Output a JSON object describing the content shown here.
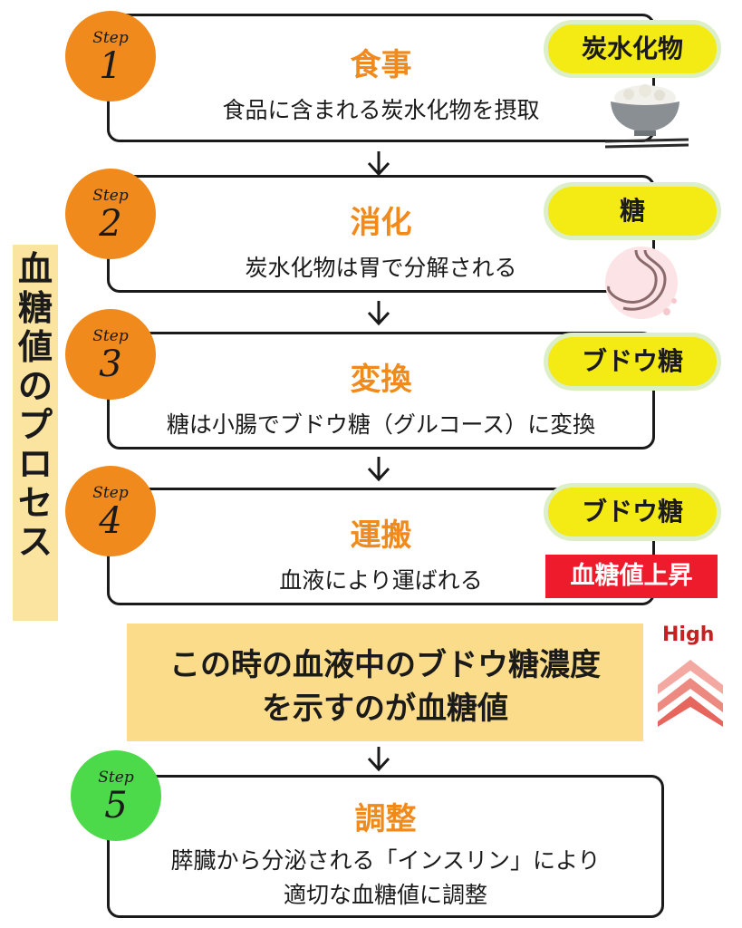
{
  "side_title": [
    "血",
    "糖",
    "値",
    "の",
    "プ",
    "ロ",
    "セ",
    "ス"
  ],
  "steps": [
    {
      "label": "Step",
      "number": "1",
      "title": "食事",
      "description": "食品に含まれる炭水化物を摂取",
      "tag": "炭水化物",
      "color": "#f08a1c"
    },
    {
      "label": "Step",
      "number": "2",
      "title": "消化",
      "description": "炭水化物は胃で分解される",
      "tag": "糖",
      "color": "#f08a1c"
    },
    {
      "label": "Step",
      "number": "3",
      "title": "変換",
      "description": "糖は小腸でブドウ糖（グルコース）に変換",
      "tag": "ブドウ糖",
      "color": "#f08a1c"
    },
    {
      "label": "Step",
      "number": "4",
      "title": "運搬",
      "description": "血液により運ばれる",
      "tag": "ブドウ糖",
      "color": "#f08a1c"
    },
    {
      "label": "Step",
      "number": "5",
      "title": "調整",
      "description_line1": "膵臓から分泌される「インスリン」により",
      "description_line2": "適切な血糖値に調整",
      "color": "#4cd94a"
    }
  ],
  "rise_label": "血糖値上昇",
  "banner": {
    "line1": "この時の血液中のブドウ糖濃度",
    "line2": "を示すのが血糖値"
  },
  "high_label": "High",
  "colors": {
    "step_orange": "#f08a1c",
    "step_green": "#4cd94a",
    "pill_yellow": "#f4ea14",
    "banner": "#fbdc8a",
    "rise_red": "#ee1b2c",
    "chevron": "#e97a72"
  }
}
